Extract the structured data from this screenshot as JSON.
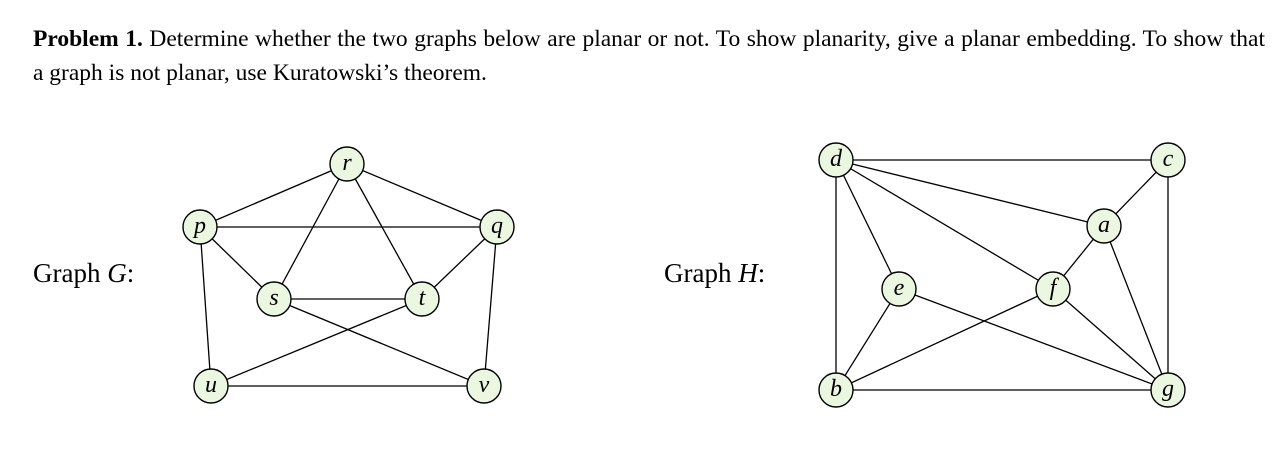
{
  "problem": {
    "heading": "Problem 1.",
    "text": "Determine whether the two graphs below are planar or not. To show planarity, give a planar embedding. To show that a graph is not planar, use Kuratowski’s theorem."
  },
  "graph_g": {
    "label_prefix": "Graph ",
    "label_var": "G",
    "label_suffix": ":",
    "nodes": [
      "r",
      "p",
      "q",
      "s",
      "t",
      "u",
      "v"
    ],
    "edges": [
      [
        "p",
        "r"
      ],
      [
        "r",
        "q"
      ],
      [
        "p",
        "q"
      ],
      [
        "r",
        "s"
      ],
      [
        "r",
        "t"
      ],
      [
        "p",
        "s"
      ],
      [
        "q",
        "t"
      ],
      [
        "s",
        "t"
      ],
      [
        "p",
        "u"
      ],
      [
        "q",
        "v"
      ],
      [
        "u",
        "v"
      ],
      [
        "s",
        "v"
      ],
      [
        "t",
        "u"
      ]
    ]
  },
  "graph_h": {
    "label_prefix": "Graph ",
    "label_var": "H",
    "label_suffix": ":",
    "nodes": [
      "d",
      "c",
      "a",
      "e",
      "f",
      "b",
      "g"
    ],
    "edges": [
      [
        "d",
        "c"
      ],
      [
        "d",
        "a"
      ],
      [
        "d",
        "f"
      ],
      [
        "d",
        "e"
      ],
      [
        "d",
        "b"
      ],
      [
        "c",
        "a"
      ],
      [
        "c",
        "g"
      ],
      [
        "a",
        "f"
      ],
      [
        "a",
        "g"
      ],
      [
        "e",
        "b"
      ],
      [
        "e",
        "g"
      ],
      [
        "f",
        "b"
      ],
      [
        "f",
        "g"
      ],
      [
        "b",
        "g"
      ]
    ]
  }
}
